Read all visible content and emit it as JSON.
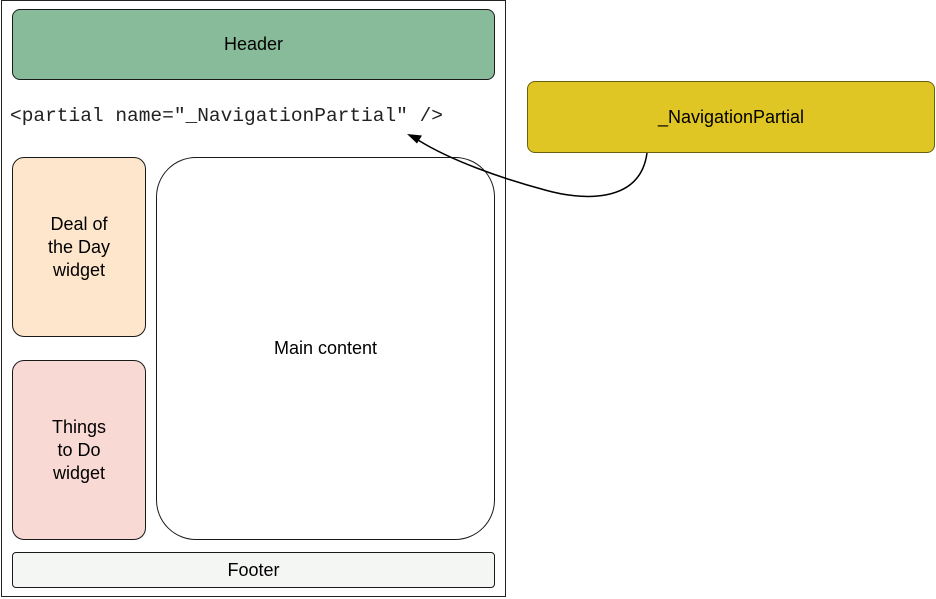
{
  "header": {
    "label": "Header"
  },
  "partial_tag": {
    "code": "<partial name=\"_NavigationPartial\" />"
  },
  "deal_widget": {
    "lines": [
      "Deal of",
      "the Day",
      "widget"
    ]
  },
  "things_widget": {
    "lines": [
      "Things",
      "to Do",
      "widget"
    ]
  },
  "main_content": {
    "label": "Main content"
  },
  "footer": {
    "label": "Footer"
  },
  "navigation_partial": {
    "label": "_NavigationPartial"
  },
  "colors": {
    "header": "#88bb9a",
    "deal_widget": "#fde6cc",
    "things_widget": "#f8d9d4",
    "footer": "#f4f6f4",
    "navigation_partial": "#e0c624"
  }
}
